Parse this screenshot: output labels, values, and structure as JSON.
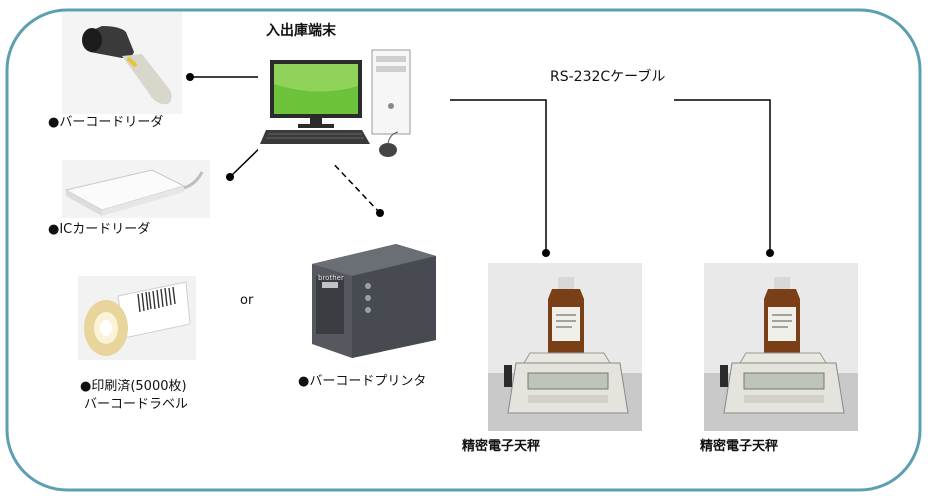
{
  "title": "入出庫端末",
  "cable": "RS-232Cケーブル",
  "or": "or",
  "devices": {
    "barcode_reader": "●バーコードリーダ",
    "ic_reader": "●ICカードリーダ",
    "label_line1": "●印刷済(5000枚)",
    "label_line2": "バーコードラベル",
    "printer": "●バーコードプリンタ",
    "printer_brand": "brother",
    "balance1": "精密電子天秤",
    "balance2": "精密電子天秤"
  },
  "colors": {
    "frame": "#5b9fb0",
    "screen": "#6cc23a",
    "printer": "#4a4e55"
  }
}
